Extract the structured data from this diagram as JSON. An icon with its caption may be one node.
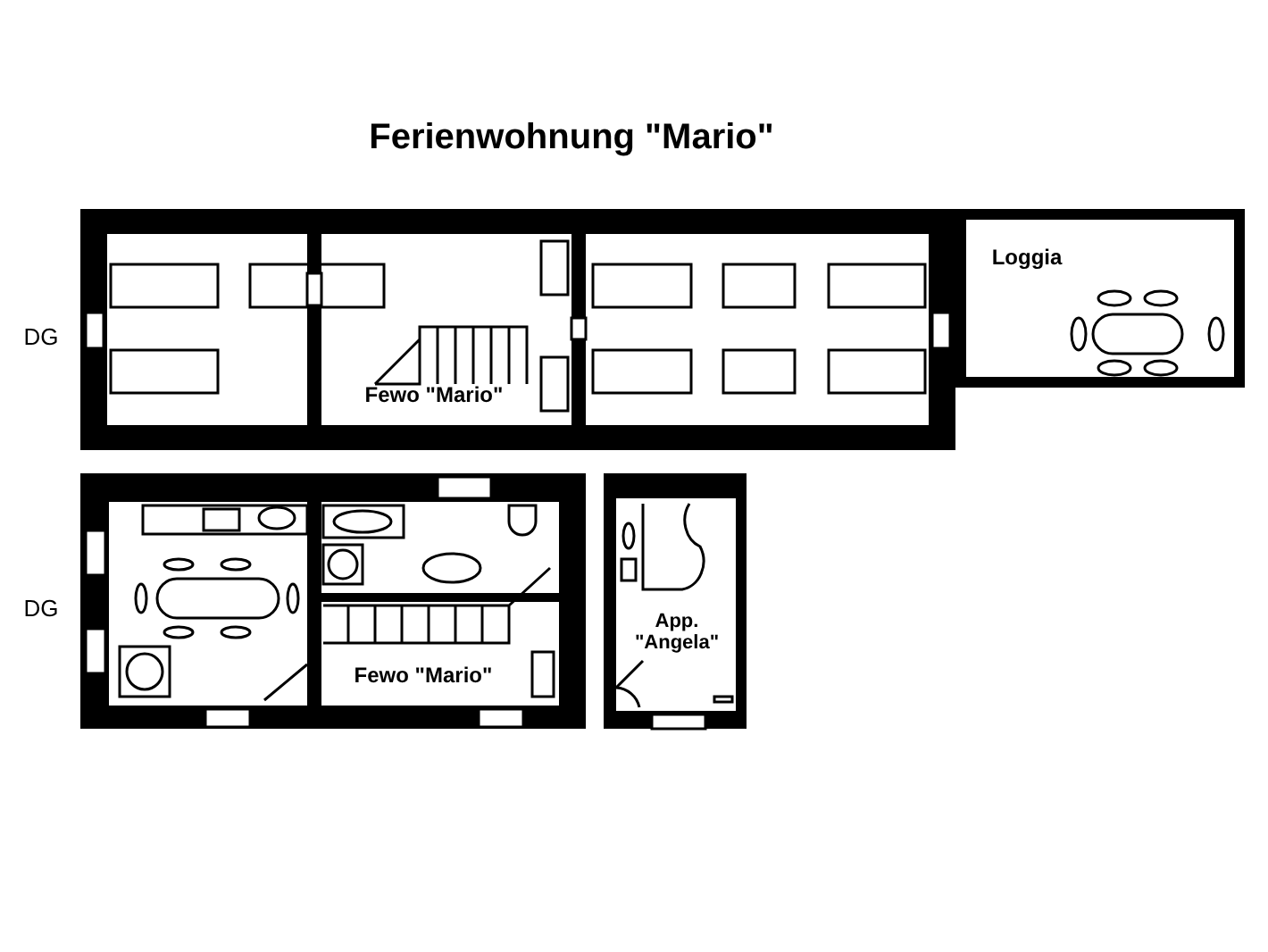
{
  "diagram": {
    "title": "Ferienwohnung \"Mario\"",
    "labels": [
      "Loggia",
      "DG",
      "Fewo \"Mario\"",
      "DG",
      "Fewo \"Mario\"",
      "App. \"Angela\""
    ]
  }
}
